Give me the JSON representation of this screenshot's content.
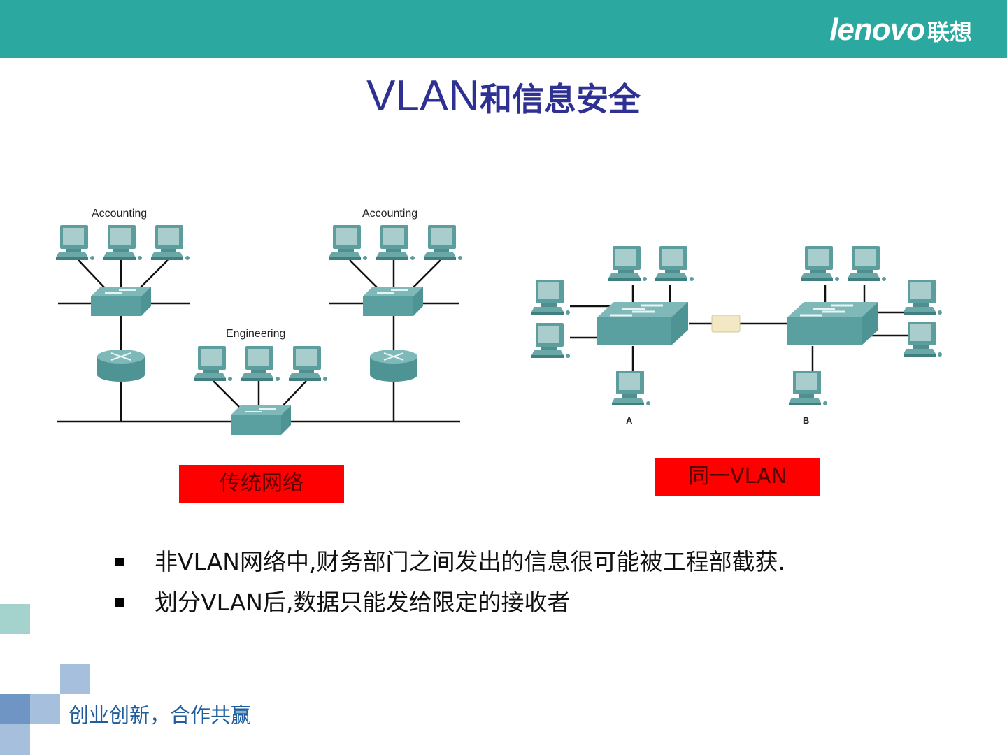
{
  "header": {
    "brand_en": "lenovo",
    "brand_cn": "联想",
    "bar_color": "#2ba9a0"
  },
  "title": {
    "en": "VLAN",
    "cn": "和信息安全",
    "color": "#2e3191"
  },
  "left_diagram": {
    "groups": [
      {
        "label": "Accounting"
      },
      {
        "label": "Accounting"
      },
      {
        "label": "Engineering"
      }
    ],
    "caption": "传统网络"
  },
  "right_diagram": {
    "hosts": [
      {
        "label": "A"
      },
      {
        "label": "B"
      }
    ],
    "caption": "同一VLAN"
  },
  "bullets": [
    {
      "text": "非VLAN网络中,财务部门之间发出的信息很可能被工程部截获."
    },
    {
      "text": "划分VLAN后,数据只能发给限定的接收者"
    }
  ],
  "footer": {
    "slogan": "创业创新，合作共赢"
  },
  "colors": {
    "caption_bg": "#ff0000",
    "device_teal": "#4e9a9a",
    "slogan": "#1f5e9c"
  }
}
